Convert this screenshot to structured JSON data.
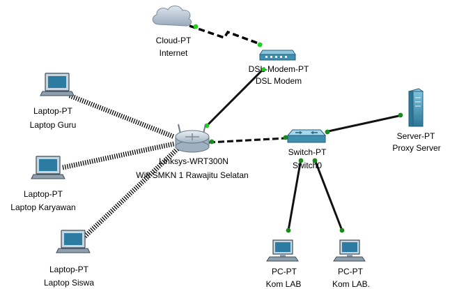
{
  "colors": {
    "link": "#111111",
    "wireless": "#555555",
    "port_up": "#1bd41b",
    "port_link": "#1a8a1a",
    "device": "#3d8fb0",
    "device_dark": "#235f7a",
    "cloud": "#b7c6d2"
  },
  "nodes": {
    "cloud": {
      "type": "Cloud-PT",
      "name": "Internet",
      "icon": "cloud-icon"
    },
    "modem": {
      "type": "DSL-Modem-PT",
      "name": "DSL Modem",
      "icon": "modem-icon"
    },
    "router": {
      "type": "Linksys-WRT300N",
      "name": "Wifi SMKN 1 Rawajitu Selatan",
      "icon": "wireless-router-icon"
    },
    "switch": {
      "type": "Switch-PT",
      "name": "Switch0",
      "icon": "switch-icon"
    },
    "server": {
      "type": "Server-PT",
      "name": "Proxy Server",
      "icon": "server-icon"
    },
    "laptop_guru": {
      "type": "Laptop-PT",
      "name": "Laptop Guru",
      "icon": "laptop-icon"
    },
    "laptop_karyawan": {
      "type": "Laptop-PT",
      "name": "Laptop Karyawan",
      "icon": "laptop-icon"
    },
    "laptop_siswa": {
      "type": "Laptop-PT",
      "name": "Laptop Siswa",
      "icon": "laptop-icon"
    },
    "pc1": {
      "type": "PC-PT",
      "name": "Kom LAB",
      "icon": "pc-icon"
    },
    "pc2": {
      "type": "PC-PT",
      "name": "Kom LAB.",
      "icon": "pc-icon"
    }
  },
  "links": [
    {
      "from": "cloud",
      "to": "modem",
      "style": "serial"
    },
    {
      "from": "modem",
      "to": "router",
      "style": "straight"
    },
    {
      "from": "router",
      "to": "switch",
      "style": "dashed"
    },
    {
      "from": "switch",
      "to": "server",
      "style": "straight"
    },
    {
      "from": "switch",
      "to": "pc1",
      "style": "straight"
    },
    {
      "from": "switch",
      "to": "pc2",
      "style": "straight"
    },
    {
      "from": "router",
      "to": "laptop_guru",
      "style": "wireless"
    },
    {
      "from": "router",
      "to": "laptop_karyawan",
      "style": "wireless"
    },
    {
      "from": "router",
      "to": "laptop_siswa",
      "style": "wireless"
    }
  ]
}
